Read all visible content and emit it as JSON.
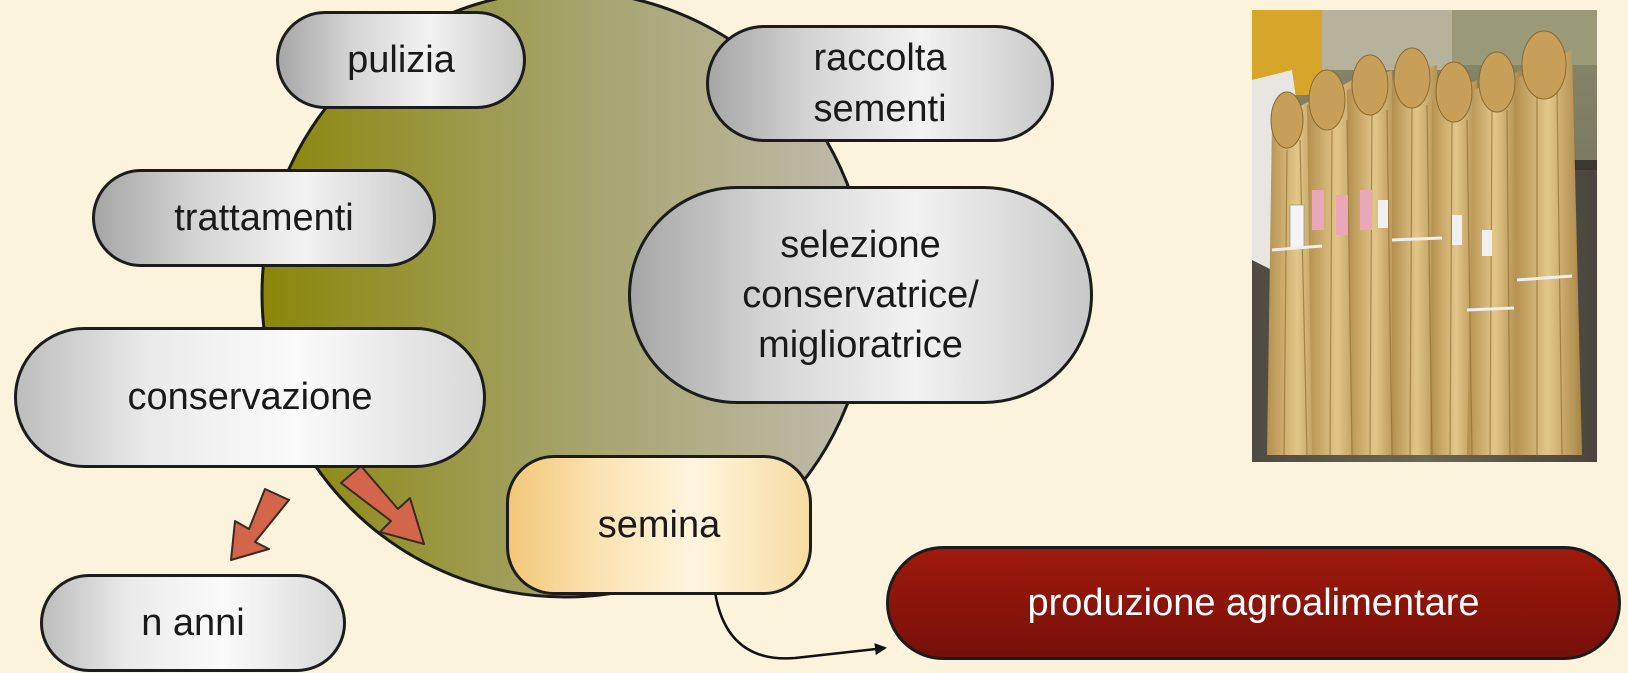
{
  "nodes": {
    "pulizia": "pulizia",
    "raccolta_line1": "raccolta",
    "raccolta_line2": "sementi",
    "trattamenti": "trattamenti",
    "selezione_line1": "selezione",
    "selezione_line2": "conservatrice/",
    "selezione_line3": "miglioratrice",
    "conservazione": "conservazione",
    "semina": "semina",
    "n_anni": "n anni",
    "produzione": "produzione agroalimentare"
  },
  "colors": {
    "background": "#fbf3dc",
    "circle_left": "#8f8a0a",
    "circle_right": "#b8b3a3",
    "arrow_fill": "#d2654a",
    "production_fill": "#8a140a",
    "semina_fill": "#fbe3b2"
  },
  "photo": {
    "subject": "bundles of harvested wheat sheaves with labels on a wooden cart"
  }
}
